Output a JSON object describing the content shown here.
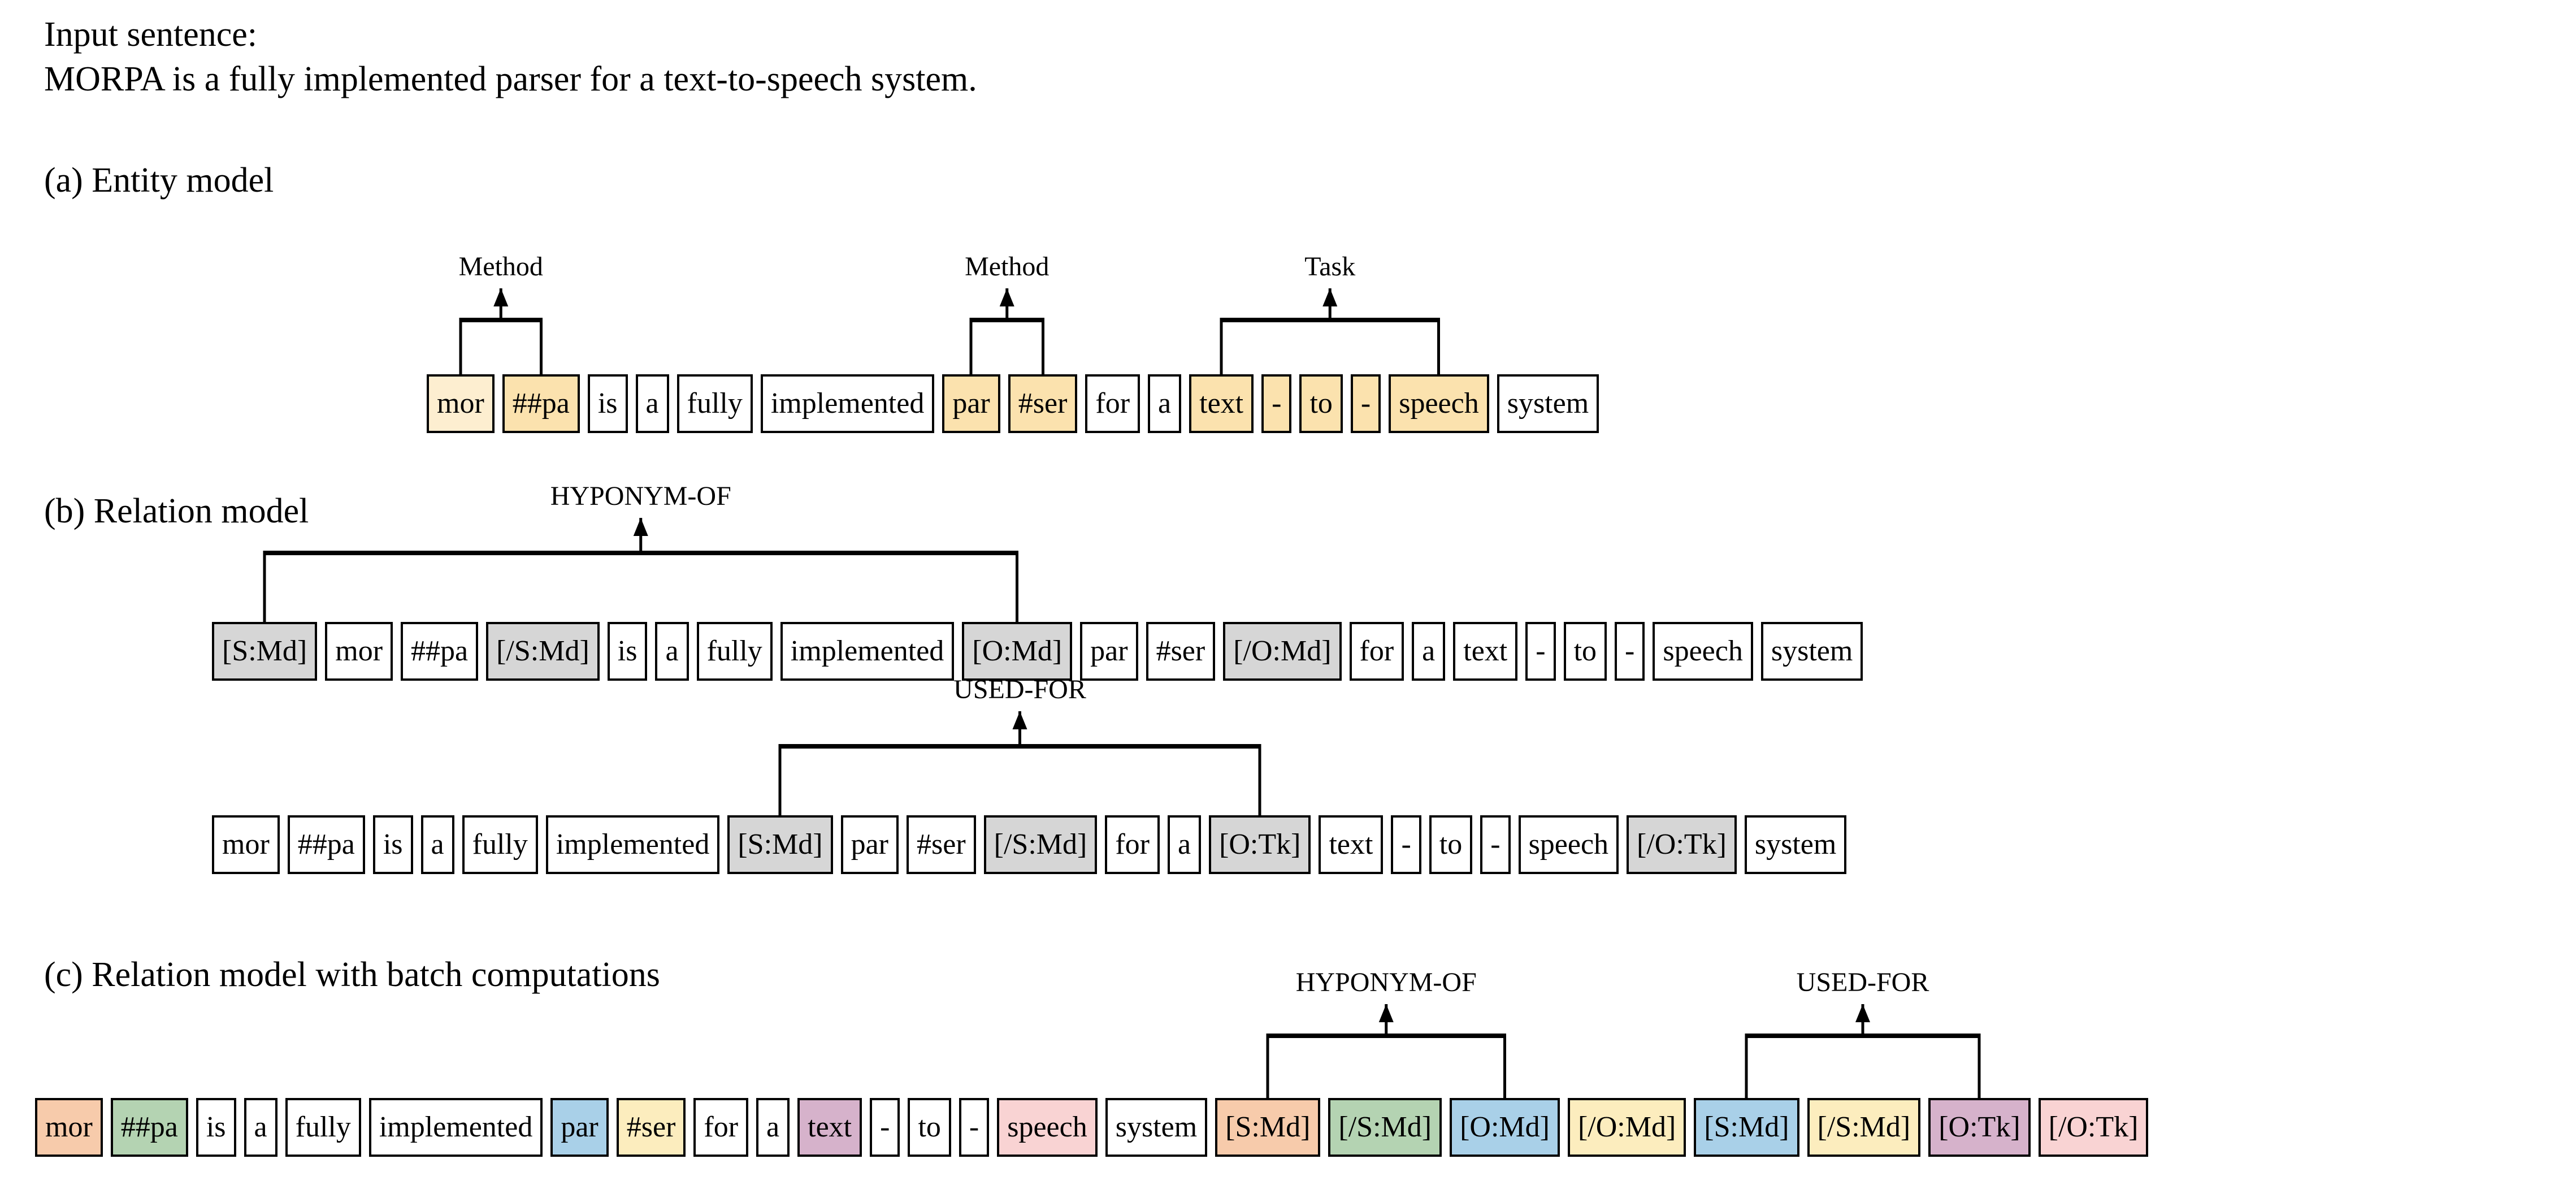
{
  "figure": {
    "input_label": "Input sentence:",
    "input_sentence": "MORPA is a fully implemented parser for a text-to-speech system.",
    "sections": {
      "a": "(a) Entity model",
      "b": "(b) Relation model",
      "c": "(c) Relation model with batch computations"
    }
  },
  "colors": {
    "entity_fill": "#fbe2ae",
    "entity_fill_light": "#fdeed0",
    "marker_gray": "#d6d6d6",
    "orange": "#f7cbab",
    "green": "#b4d3b2",
    "blue": "#a9d0e8",
    "yellow": "#fcedbe",
    "purple": "#d6b2cb",
    "pink": "#f9d3d3",
    "border": "#000000",
    "background": "#ffffff"
  },
  "entity_model": {
    "tokens": [
      {
        "text": "mor",
        "fill": "entity_light"
      },
      {
        "text": "##pa",
        "fill": "entity"
      },
      {
        "text": "is",
        "fill": "none"
      },
      {
        "text": "a",
        "fill": "none"
      },
      {
        "text": "fully",
        "fill": "none"
      },
      {
        "text": "implemented",
        "fill": "none"
      },
      {
        "text": "par",
        "fill": "entity"
      },
      {
        "text": "#ser",
        "fill": "entity"
      },
      {
        "text": "for",
        "fill": "none"
      },
      {
        "text": "a",
        "fill": "none"
      },
      {
        "text": "text",
        "fill": "entity"
      },
      {
        "text": "-",
        "fill": "entity"
      },
      {
        "text": "to",
        "fill": "entity"
      },
      {
        "text": "-",
        "fill": "entity"
      },
      {
        "text": "speech",
        "fill": "entity"
      },
      {
        "text": "system",
        "fill": "none"
      }
    ],
    "spans": [
      {
        "label": "Method",
        "from": 0,
        "to": 1
      },
      {
        "label": "Method",
        "from": 6,
        "to": 7
      },
      {
        "label": "Task",
        "from": 10,
        "to": 14
      }
    ]
  },
  "relation_model": {
    "rows": [
      {
        "label": "HYPONYM-OF",
        "tokens": [
          {
            "text": "[S:Md]",
            "fill": "gray"
          },
          {
            "text": "mor",
            "fill": "none"
          },
          {
            "text": "##pa",
            "fill": "none"
          },
          {
            "text": "[/S:Md]",
            "fill": "gray"
          },
          {
            "text": "is",
            "fill": "none"
          },
          {
            "text": "a",
            "fill": "none"
          },
          {
            "text": "fully",
            "fill": "none"
          },
          {
            "text": "implemented",
            "fill": "none"
          },
          {
            "text": "[O:Md]",
            "fill": "gray"
          },
          {
            "text": "par",
            "fill": "none"
          },
          {
            "text": "#ser",
            "fill": "none"
          },
          {
            "text": "[/O:Md]",
            "fill": "gray"
          },
          {
            "text": "for",
            "fill": "none"
          },
          {
            "text": "a",
            "fill": "none"
          },
          {
            "text": "text",
            "fill": "none"
          },
          {
            "text": "-",
            "fill": "none"
          },
          {
            "text": "to",
            "fill": "none"
          },
          {
            "text": "-",
            "fill": "none"
          },
          {
            "text": "speech",
            "fill": "none"
          },
          {
            "text": "system",
            "fill": "none"
          }
        ],
        "bracket_from": 0,
        "bracket_to": 8
      },
      {
        "label": "USED-FOR",
        "tokens": [
          {
            "text": "mor",
            "fill": "none"
          },
          {
            "text": "##pa",
            "fill": "none"
          },
          {
            "text": "is",
            "fill": "none"
          },
          {
            "text": "a",
            "fill": "none"
          },
          {
            "text": "fully",
            "fill": "none"
          },
          {
            "text": "implemented",
            "fill": "none"
          },
          {
            "text": "[S:Md]",
            "fill": "gray"
          },
          {
            "text": "par",
            "fill": "none"
          },
          {
            "text": "#ser",
            "fill": "none"
          },
          {
            "text": "[/S:Md]",
            "fill": "gray"
          },
          {
            "text": "for",
            "fill": "none"
          },
          {
            "text": "a",
            "fill": "none"
          },
          {
            "text": "[O:Tk]",
            "fill": "gray"
          },
          {
            "text": "text",
            "fill": "none"
          },
          {
            "text": "-",
            "fill": "none"
          },
          {
            "text": "to",
            "fill": "none"
          },
          {
            "text": "-",
            "fill": "none"
          },
          {
            "text": "speech",
            "fill": "none"
          },
          {
            "text": "[/O:Tk]",
            "fill": "gray"
          },
          {
            "text": "system",
            "fill": "none"
          }
        ],
        "bracket_from": 6,
        "bracket_to": 12
      }
    ]
  },
  "batch_model": {
    "tokens": [
      {
        "text": "mor",
        "fill": "orange"
      },
      {
        "text": "##pa",
        "fill": "green"
      },
      {
        "text": "is",
        "fill": "none"
      },
      {
        "text": "a",
        "fill": "none"
      },
      {
        "text": "fully",
        "fill": "none"
      },
      {
        "text": "implemented",
        "fill": "none"
      },
      {
        "text": "par",
        "fill": "blue"
      },
      {
        "text": "#ser",
        "fill": "yellow"
      },
      {
        "text": "for",
        "fill": "none"
      },
      {
        "text": "a",
        "fill": "none"
      },
      {
        "text": "text",
        "fill": "purple"
      },
      {
        "text": "-",
        "fill": "none"
      },
      {
        "text": "to",
        "fill": "none"
      },
      {
        "text": "-",
        "fill": "none"
      },
      {
        "text": "speech",
        "fill": "pink"
      },
      {
        "text": "system",
        "fill": "none"
      },
      {
        "text": "[S:Md]",
        "fill": "orange"
      },
      {
        "text": "[/S:Md]",
        "fill": "green"
      },
      {
        "text": "[O:Md]",
        "fill": "blue"
      },
      {
        "text": "[/O:Md]",
        "fill": "yellow"
      },
      {
        "text": "[S:Md]",
        "fill": "blue"
      },
      {
        "text": "[/S:Md]",
        "fill": "yellow"
      },
      {
        "text": "[O:Tk]",
        "fill": "purple"
      },
      {
        "text": "[/O:Tk]",
        "fill": "pink"
      }
    ],
    "spans": [
      {
        "label": "HYPONYM-OF",
        "from": 16,
        "to": 18
      },
      {
        "label": "USED-FOR",
        "from": 20,
        "to": 22
      }
    ]
  }
}
